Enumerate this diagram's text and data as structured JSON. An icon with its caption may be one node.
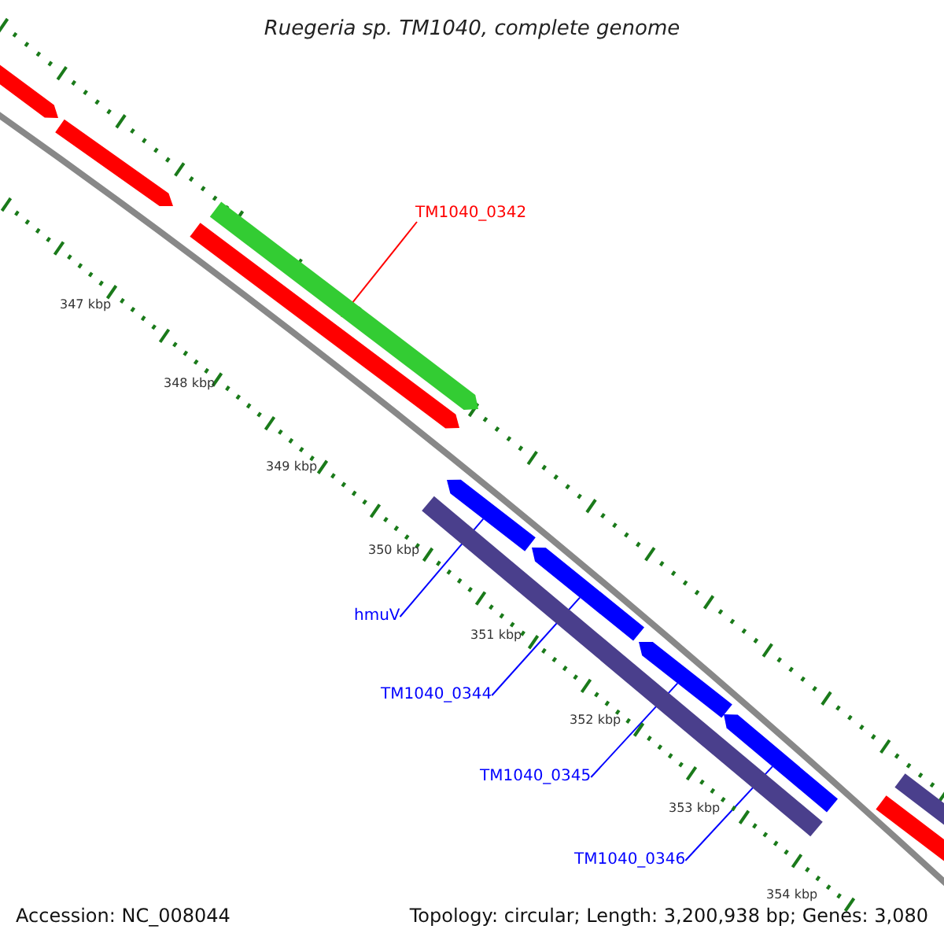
{
  "diagram": {
    "title": "Ruegeria sp. TM1040, complete genome",
    "nodes": [
      {
        "text": [
          "TM1040_0342"
        ]
      },
      {
        "text": [
          "hmuV"
        ]
      },
      {
        "text": [
          "TM1040_0344"
        ]
      },
      {
        "text": [
          "TM1040_0345"
        ]
      },
      {
        "text": [
          "TM1040_0346"
        ]
      },
      {
        "text": [],
        "shape": "bar"
      },
      {
        "text": [],
        "shape": "bar"
      },
      {
        "text": [],
        "shape": "bar"
      },
      {
        "text": [],
        "shape": "bar"
      },
      {
        "text": [],
        "shape": "bar"
      }
    ],
    "edges": [
      {
        "from": 0,
        "to": 5,
        "arrow": "none",
        "color": "#ff0000"
      },
      {
        "from": 1,
        "to": 6,
        "arrow": "none"
      },
      {
        "from": 2,
        "to": 7,
        "arrow": "none"
      },
      {
        "from": 3,
        "to": 8,
        "arrow": "none"
      },
      {
        "from": 4,
        "to": 9,
        "arrow": "none"
      }
    ],
    "labels": [
      "347 kbp",
      "348 kbp",
      "349 kbp",
      "350 kbp",
      "351 kbp",
      "352 kbp",
      "353 kbp",
      "354 kbp",
      "Accession: NC_008044",
      "Topology: circular; Length: 3,200,938 bp; Genes: 3,080"
    ]
  }
}
